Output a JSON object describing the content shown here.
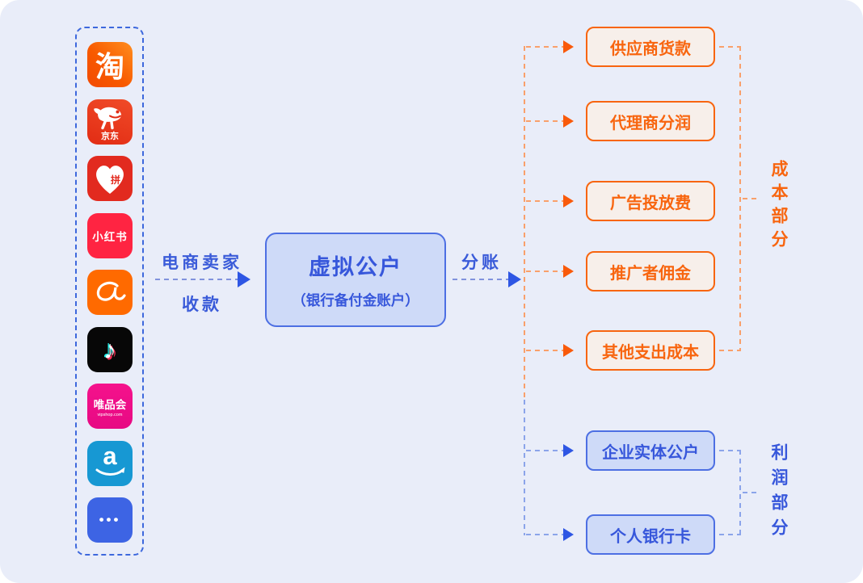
{
  "platforms": [
    {
      "name": "taobao",
      "text": "淘"
    },
    {
      "name": "jd",
      "text": "京东"
    },
    {
      "name": "pinduoduo",
      "text": "拼"
    },
    {
      "name": "xiaohongshu",
      "text": "小红书"
    },
    {
      "name": "alibaba",
      "text": "a"
    },
    {
      "name": "douyin",
      "text": "♪"
    },
    {
      "name": "vipshop",
      "text": "唯品会",
      "subtext": "vipshop.com"
    },
    {
      "name": "amazon",
      "text": "a"
    },
    {
      "name": "more",
      "text": "•••"
    }
  ],
  "flow_in": {
    "label_top": "电商卖家",
    "label_bottom": "收款"
  },
  "center_box": {
    "title": "虚拟公户",
    "subtitle": "（银行备付金账户）"
  },
  "flow_out": {
    "label": "分账"
  },
  "cost_items": [
    "供应商货款",
    "代理商分润",
    "广告投放费",
    "推广者佣金",
    "其他支出成本"
  ],
  "profit_items": [
    "企业实体公户",
    "个人银行卡"
  ],
  "groups": {
    "cost": "成本部分",
    "profit": "利润部分"
  },
  "colors": {
    "background": "#E9EDF9",
    "accent_orange": "#F8650F",
    "accent_blue": "#3757DB",
    "orange_box_fill": "#F7EFEA",
    "blue_box_fill": "#CEDAF8",
    "orange_dash": "#F9A06B",
    "blue_dash": "#8BA4EA"
  }
}
